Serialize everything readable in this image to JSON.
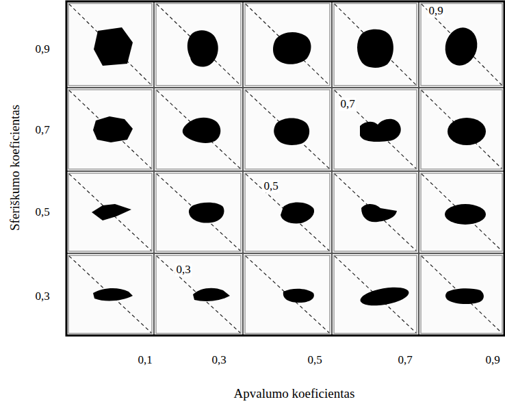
{
  "diagram": {
    "labels": [
      "Sferiškumo koeficientas",
      "0,9",
      "0,7",
      "0,5",
      "0,3",
      "0,9",
      "0,7",
      "0,5",
      "0,3",
      "0,1",
      "0,3",
      "0,5",
      "0,7",
      "0,9",
      "Apvalumo koeficientas"
    ]
  }
}
